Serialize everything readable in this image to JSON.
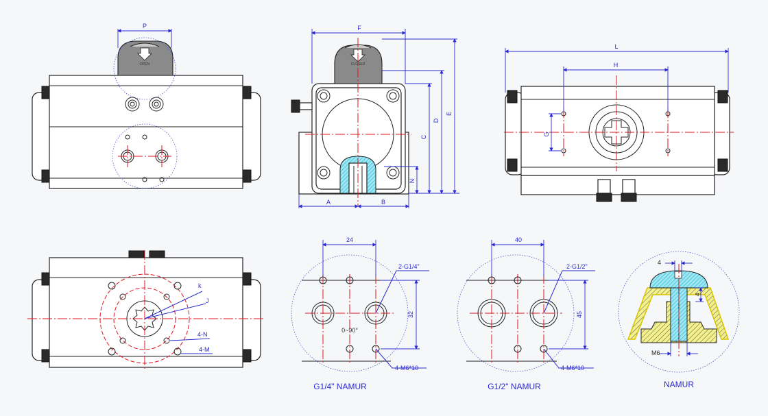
{
  "labels": {
    "P": "P",
    "F": "F",
    "L": "L",
    "H": "H",
    "G": "G",
    "A": "A",
    "B": "B",
    "C": "C",
    "D": "D",
    "E": "E",
    "N": "N",
    "open": "OPEN",
    "closed": "CLOSED",
    "k": "k",
    "J": "J",
    "fourN": "4-N",
    "fourM": "4-M"
  },
  "namur_quarter": {
    "dim_width": "24",
    "dim_height": "32",
    "port": "2-G1/4\"",
    "angle": "0~90°",
    "screws": "4-M6*10",
    "caption": "G1/4\" NAMUR"
  },
  "namur_half": {
    "dim_width": "40",
    "dim_height": "45",
    "port": "2-G1/2\"",
    "screws": "4-M6*10",
    "caption": "G1/2\" NAMUR"
  },
  "namur_detail": {
    "dim_top": "4",
    "dim_side": "4",
    "dim_bottom": "M6",
    "caption": "NAMUR"
  },
  "colors": {
    "center_line": "#e0141e",
    "dimension": "#2a2ad0",
    "hatch_yellow": "#d9c400",
    "hatch_cyan": "#19b7d6",
    "body_gray": "#8a8a8a"
  }
}
